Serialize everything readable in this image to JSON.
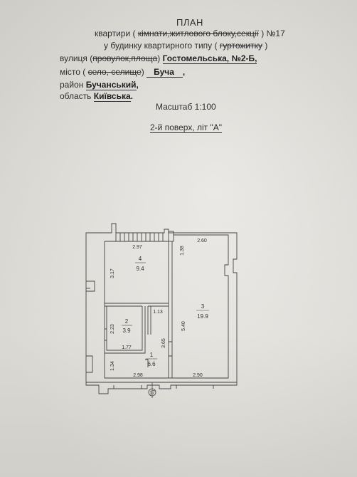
{
  "header": {
    "title": "ПЛАН",
    "line1_prefix": "квартири (",
    "line1_strike": "кімнати,житлового блоку,секції",
    "line1_suffix": ") №17",
    "line2_prefix": "у будинку квартирного типу (",
    "line2_strike": "гуртожитку",
    "line2_suffix": ")",
    "street_label": "вулиця (",
    "street_strike": "провулок,площа",
    "street_close": ")",
    "street_value": "Гостомельська, №2-Б,",
    "city_label": "місто (",
    "city_strike": "село, селище",
    "city_close": ")",
    "city_value": "Буча",
    "city_comma": ",",
    "district_label": "район",
    "district_value": "Бучанський",
    "district_comma": ",",
    "region_label": "область",
    "region_value": "Київська",
    "region_dot": ".",
    "scale": "Масштаб  1:100",
    "floor": "2-й поверх, літ \"А\""
  },
  "plan": {
    "rooms": [
      {
        "number": "4",
        "area": "9.4"
      },
      {
        "number": "3",
        "area": "19.9"
      },
      {
        "number": "2",
        "area": "3.9"
      },
      {
        "number": "1",
        "area": "6.6"
      }
    ],
    "dimensions": {
      "d_2_97": "2.97",
      "d_2_60": "2.60",
      "d_1_38": "1.38",
      "d_3_17": "3.17",
      "d_1_13": "1.13",
      "d_2_23": "2.23",
      "d_1_77": "1.77",
      "d_3_65": "3.65",
      "d_5_40": "5.40",
      "d_1_34": "1.34",
      "d_2_98": "2.98",
      "d_2_90": "2.90"
    },
    "apartment_marker": "17"
  }
}
